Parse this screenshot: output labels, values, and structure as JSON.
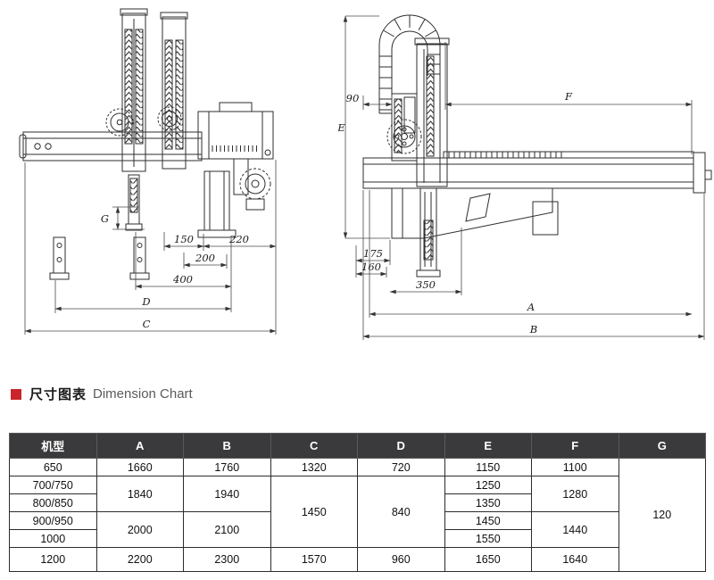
{
  "section_header": {
    "marker_color": "#c9252b",
    "title_cn": "尺寸图表",
    "title_en": "Dimension Chart"
  },
  "drawings": {
    "left": {
      "view": "front-view-robot-arm",
      "dims": {
        "g": "G",
        "d150": "150",
        "d220": "220",
        "d200": "200",
        "d400": "400",
        "d": "D",
        "c": "C"
      }
    },
    "right": {
      "view": "side-view-robot-arm",
      "dims": {
        "d90": "90",
        "e": "E",
        "f": "F",
        "d175": "175",
        "d160": "160",
        "d350": "350",
        "a": "A",
        "b": "B"
      }
    }
  },
  "table": {
    "headers": [
      "机型",
      "A",
      "B",
      "C",
      "D",
      "E",
      "F",
      "G"
    ],
    "rows": [
      [
        {
          "text": "650"
        },
        {
          "text": "1660"
        },
        {
          "text": "1760"
        },
        {
          "text": "1320"
        },
        {
          "text": "720"
        },
        {
          "text": "1150"
        },
        {
          "text": "1100"
        },
        {
          "text": "120",
          "rowspan": 6
        }
      ],
      [
        {
          "text": "700/750"
        },
        {
          "text": "1840",
          "rowspan": 2
        },
        {
          "text": "1940",
          "rowspan": 2
        },
        {
          "text": "1450",
          "rowspan": 4
        },
        {
          "text": "840",
          "rowspan": 4
        },
        {
          "text": "1250"
        },
        {
          "text": "1280",
          "rowspan": 2
        }
      ],
      [
        {
          "text": "800/850"
        },
        {
          "text": "1350"
        }
      ],
      [
        {
          "text": "900/950"
        },
        {
          "text": "2000",
          "rowspan": 2
        },
        {
          "text": "2100",
          "rowspan": 2
        },
        {
          "text": "1450"
        },
        {
          "text": "1440",
          "rowspan": 2
        }
      ],
      [
        {
          "text": "1000"
        },
        {
          "text": "1550"
        }
      ],
      [
        {
          "text": "1200"
        },
        {
          "text": "2200"
        },
        {
          "text": "2300"
        },
        {
          "text": "1570"
        },
        {
          "text": "960"
        },
        {
          "text": "1650"
        },
        {
          "text": "1640"
        }
      ]
    ]
  }
}
